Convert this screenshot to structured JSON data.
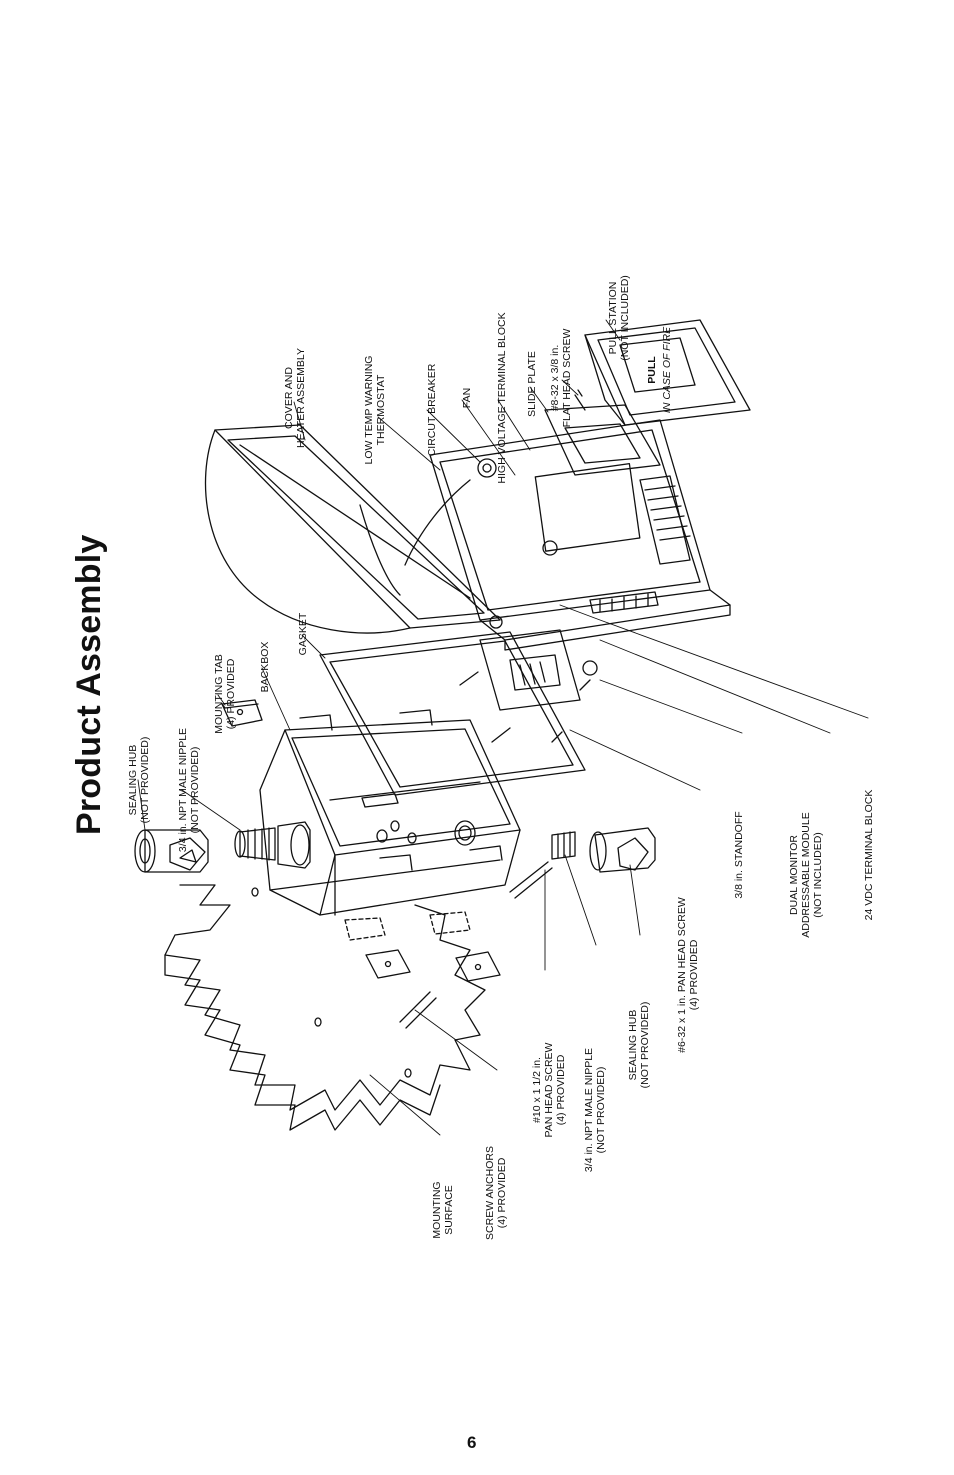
{
  "page": {
    "title": "Product Assembly",
    "page_number": "6"
  },
  "labels": {
    "sealing_hub_left": [
      "SEALING HUB",
      "(NOT PROVIDED)"
    ],
    "nipple_top": [
      "3/4 in. NPT MALE NIPPLE",
      "(NOT PROVIDED)"
    ],
    "mounting_tab": [
      "MOUNTING TAB",
      "(4) PROVIDED"
    ],
    "backbox": [
      "BACKBOX"
    ],
    "gasket": [
      "GASKET"
    ],
    "cover": [
      "COVER AND",
      "HEATER ASSEMBLY"
    ],
    "thermostat": [
      "LOW TEMP WARNING",
      "THERMOSTAT"
    ],
    "breaker": [
      "CIRCUT BREAKER"
    ],
    "fan": [
      "FAN"
    ],
    "hv_block": [
      "HIGH VOLTAGE TERMINAL BLOCK"
    ],
    "slide_plate": [
      "SLIDE PLATE"
    ],
    "flat_screw": [
      "#8-32 x 3/8 in.",
      "FLAT HEAD SCREW"
    ],
    "pull_station": [
      "PULL STATION",
      "(NOT INCLUDED)"
    ],
    "vdc_block": [
      "24 VDC TERMINAL BLOCK"
    ],
    "dual_monitor": [
      "DUAL MONITOR",
      "ADDRESSABLE MODULE",
      "(NOT INCLUDED)"
    ],
    "standoff": [
      "3/8 in.  STANDOFF"
    ],
    "pan_screw_6": [
      "#6-32 x 1 in. PAN HEAD SCREW",
      "(4) PROVIDED"
    ],
    "sealing_hub_right": [
      "SEALING HUB",
      "(NOT PROVIDED)"
    ],
    "nipple_bottom": [
      "3/4 in. NPT MALE NIPPLE",
      "(NOT PROVIDED)"
    ],
    "pan_screw_10": [
      "#10 x 1 1/2 in.",
      "PAN HEAD SCREW",
      "(4) PROVIDED"
    ],
    "anchors": [
      "SCREW ANCHORS",
      "(4) PROVIDED"
    ],
    "mounting_surface": [
      "MOUNTING",
      "SURFACE"
    ]
  },
  "pull_station_face": {
    "pull_text": "PULL",
    "small_text": "IN CASE OF FIRE"
  }
}
